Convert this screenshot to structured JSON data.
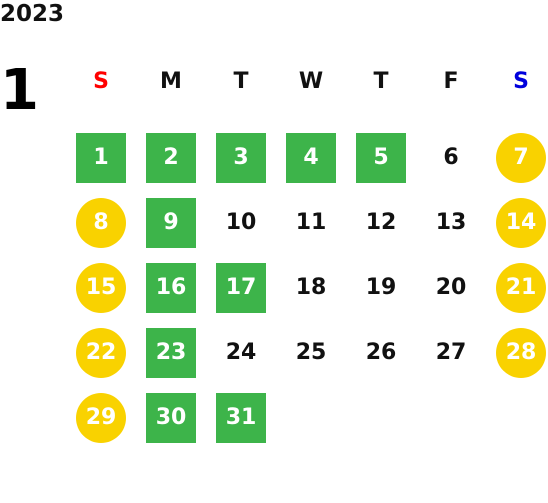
{
  "year": "2023",
  "month": "1",
  "colors": {
    "sunday_header": "#ff0000",
    "saturday_header": "#0000dd",
    "weekday_header": "#111111",
    "green_day": "#3db44a",
    "yellow_day": "#f9d200",
    "normal_day_text": "#111111"
  },
  "weekdays": [
    {
      "label": "S",
      "color": "#ff0000"
    },
    {
      "label": "M",
      "color": "#111111"
    },
    {
      "label": "T",
      "color": "#111111"
    },
    {
      "label": "W",
      "color": "#111111"
    },
    {
      "label": "T",
      "color": "#111111"
    },
    {
      "label": "F",
      "color": "#111111"
    },
    {
      "label": "S",
      "color": "#0000dd"
    }
  ],
  "weeks": [
    [
      {
        "day": "1",
        "style": "green"
      },
      {
        "day": "2",
        "style": "green"
      },
      {
        "day": "3",
        "style": "green"
      },
      {
        "day": "4",
        "style": "green"
      },
      {
        "day": "5",
        "style": "green"
      },
      {
        "day": "6",
        "style": "normal"
      },
      {
        "day": "7",
        "style": "yellow"
      }
    ],
    [
      {
        "day": "8",
        "style": "yellow"
      },
      {
        "day": "9",
        "style": "green"
      },
      {
        "day": "10",
        "style": "normal"
      },
      {
        "day": "11",
        "style": "normal"
      },
      {
        "day": "12",
        "style": "normal"
      },
      {
        "day": "13",
        "style": "normal"
      },
      {
        "day": "14",
        "style": "yellow"
      }
    ],
    [
      {
        "day": "15",
        "style": "yellow"
      },
      {
        "day": "16",
        "style": "green"
      },
      {
        "day": "17",
        "style": "green"
      },
      {
        "day": "18",
        "style": "normal"
      },
      {
        "day": "19",
        "style": "normal"
      },
      {
        "day": "20",
        "style": "normal"
      },
      {
        "day": "21",
        "style": "yellow"
      }
    ],
    [
      {
        "day": "22",
        "style": "yellow"
      },
      {
        "day": "23",
        "style": "green"
      },
      {
        "day": "24",
        "style": "normal"
      },
      {
        "day": "25",
        "style": "normal"
      },
      {
        "day": "26",
        "style": "normal"
      },
      {
        "day": "27",
        "style": "normal"
      },
      {
        "day": "28",
        "style": "yellow"
      }
    ],
    [
      {
        "day": "29",
        "style": "yellow"
      },
      {
        "day": "30",
        "style": "green"
      },
      {
        "day": "31",
        "style": "green"
      },
      {
        "day": "",
        "style": "empty"
      },
      {
        "day": "",
        "style": "empty"
      },
      {
        "day": "",
        "style": "empty"
      },
      {
        "day": "",
        "style": "empty"
      }
    ]
  ]
}
